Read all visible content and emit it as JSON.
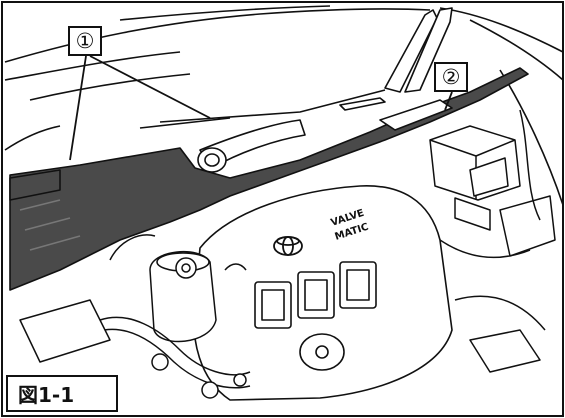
{
  "figure": {
    "caption": "図1-1",
    "callouts": [
      {
        "id": "1",
        "label": "①"
      },
      {
        "id": "2",
        "label": "②"
      }
    ],
    "logo": {
      "brand_text_line1": "VALVE",
      "brand_text_line2": "MATIC"
    },
    "colors": {
      "line": "#111111",
      "panel_fill": "#4a4a4a",
      "background": "#ffffff"
    }
  }
}
